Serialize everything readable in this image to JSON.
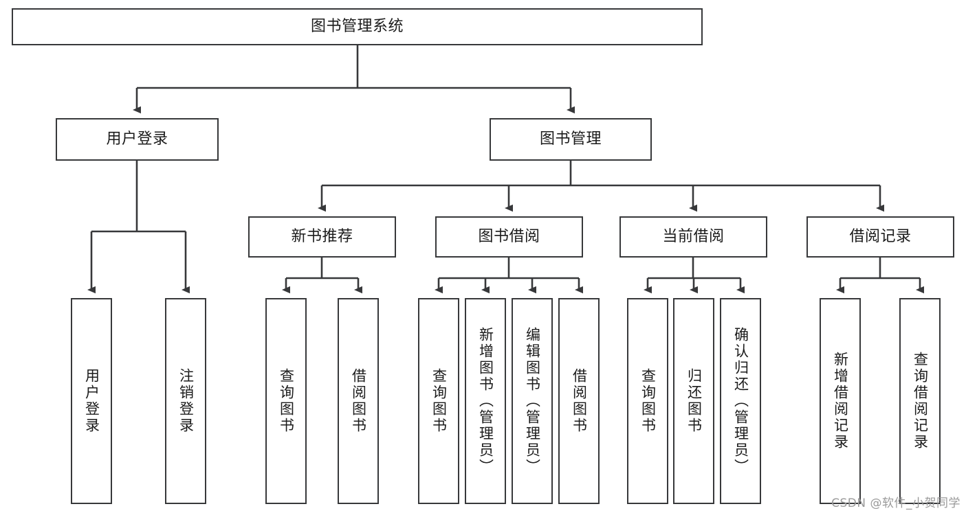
{
  "diagram": {
    "type": "tree",
    "title": "图书管理系统",
    "watermark": "CSDN @软件_小贺同学",
    "colors": {
      "stroke": "#37383a",
      "fill": "#ffffff",
      "text": "#1b1b1b",
      "watermark": "#9a9a9a"
    },
    "nodes": {
      "root": {
        "label": "图书管理系统"
      },
      "level2": [
        {
          "id": "user-login",
          "label": "用户登录"
        },
        {
          "id": "book-manage",
          "label": "图书管理"
        }
      ],
      "level3": [
        {
          "id": "new-book-recommend",
          "label": "新书推荐"
        },
        {
          "id": "book-borrow",
          "label": "图书借阅"
        },
        {
          "id": "current-borrow",
          "label": "当前借阅"
        },
        {
          "id": "borrow-record",
          "label": "借阅记录"
        }
      ],
      "leaves": {
        "user-login": [
          {
            "id": "leaf-user-login",
            "label": "用户登录"
          },
          {
            "id": "leaf-logout-login",
            "label": "注销登录"
          }
        ],
        "new-book-recommend": [
          {
            "id": "leaf-query-book-1",
            "label": "查询图书"
          },
          {
            "id": "leaf-borrow-book-1",
            "label": "借阅图书"
          }
        ],
        "book-borrow": [
          {
            "id": "leaf-query-book-2",
            "label": "查询图书"
          },
          {
            "id": "leaf-add-book",
            "label": "新增图书（管理员）"
          },
          {
            "id": "leaf-edit-book",
            "label": "编辑图书（管理员）"
          },
          {
            "id": "leaf-borrow-book-2",
            "label": "借阅图书"
          }
        ],
        "current-borrow": [
          {
            "id": "leaf-query-book-3",
            "label": "查询图书"
          },
          {
            "id": "leaf-return-book",
            "label": "归还图书"
          },
          {
            "id": "leaf-confirm-return",
            "label": "确认归还（管理员）"
          }
        ],
        "borrow-record": [
          {
            "id": "leaf-add-record",
            "label": "新增借阅记录"
          },
          {
            "id": "leaf-query-record",
            "label": "查询借阅记录"
          }
        ]
      }
    }
  }
}
